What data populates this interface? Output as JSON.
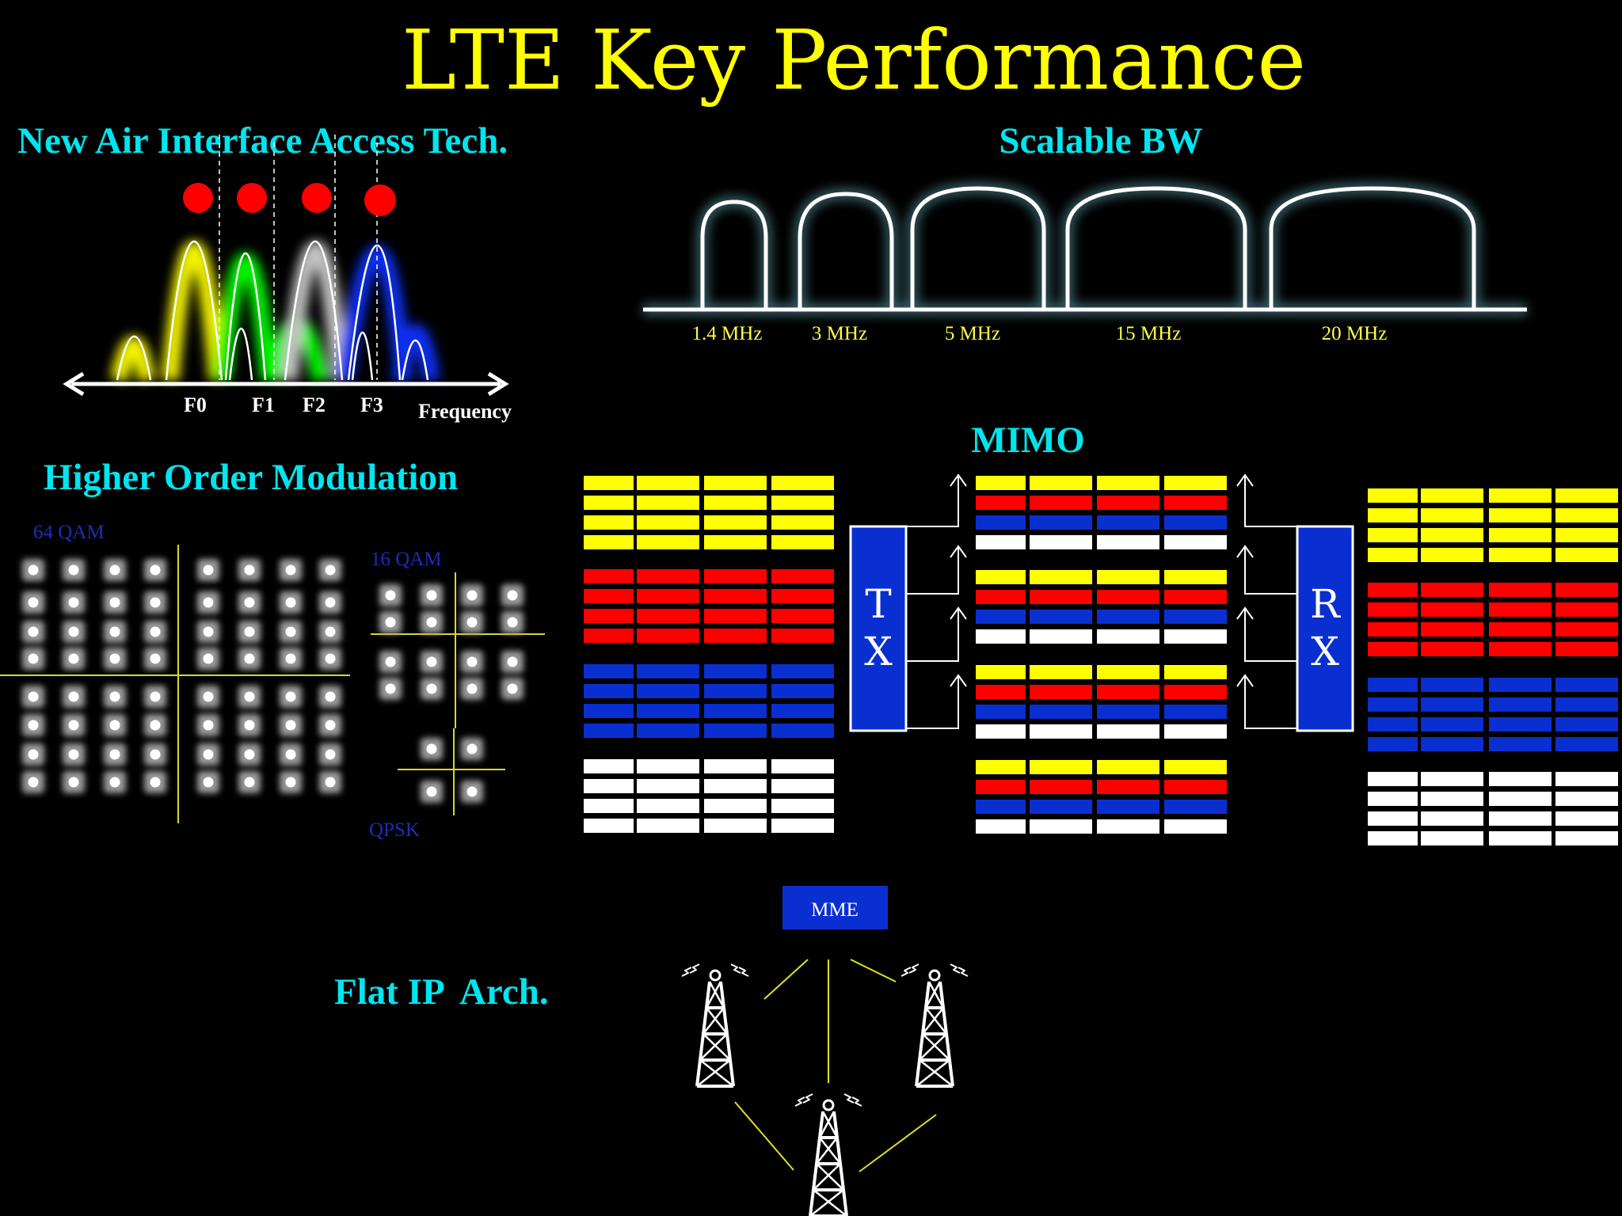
{
  "title": "LTE Key Performance",
  "colors": {
    "background": "#000000",
    "title": "#ffff00",
    "heading": "#00e5ee",
    "yellow": "#ffff00",
    "red": "#ff0000",
    "blue": "#0a2fd0",
    "white": "#ffffff",
    "green": "#00ff00",
    "glow": "#7fd8e8"
  },
  "ofdm": {
    "heading": "New Air Interface Access Tech.",
    "subcarriers": [
      "F0",
      "F1",
      "F2",
      "F3"
    ],
    "axis_label": "Frequency"
  },
  "bandwidth": {
    "heading": "Scalable BW",
    "labels": [
      "1.4 MHz",
      "3 MHz",
      "5 MHz",
      "15 MHz",
      "20  MHz"
    ]
  },
  "modulation": {
    "heading": "Higher Order Modulation",
    "labels": {
      "qam64": "64 QAM",
      "qam16": "16 QAM",
      "qpsk": "QPSK"
    }
  },
  "mimo": {
    "heading": "MIMO",
    "tx": [
      "T",
      "X"
    ],
    "rx": [
      "R",
      "X"
    ]
  },
  "architecture": {
    "heading": "Flat IP  Arch.",
    "mme_label": "MME",
    "towers": [
      "tower-left",
      "tower-right",
      "tower-bottom"
    ]
  }
}
